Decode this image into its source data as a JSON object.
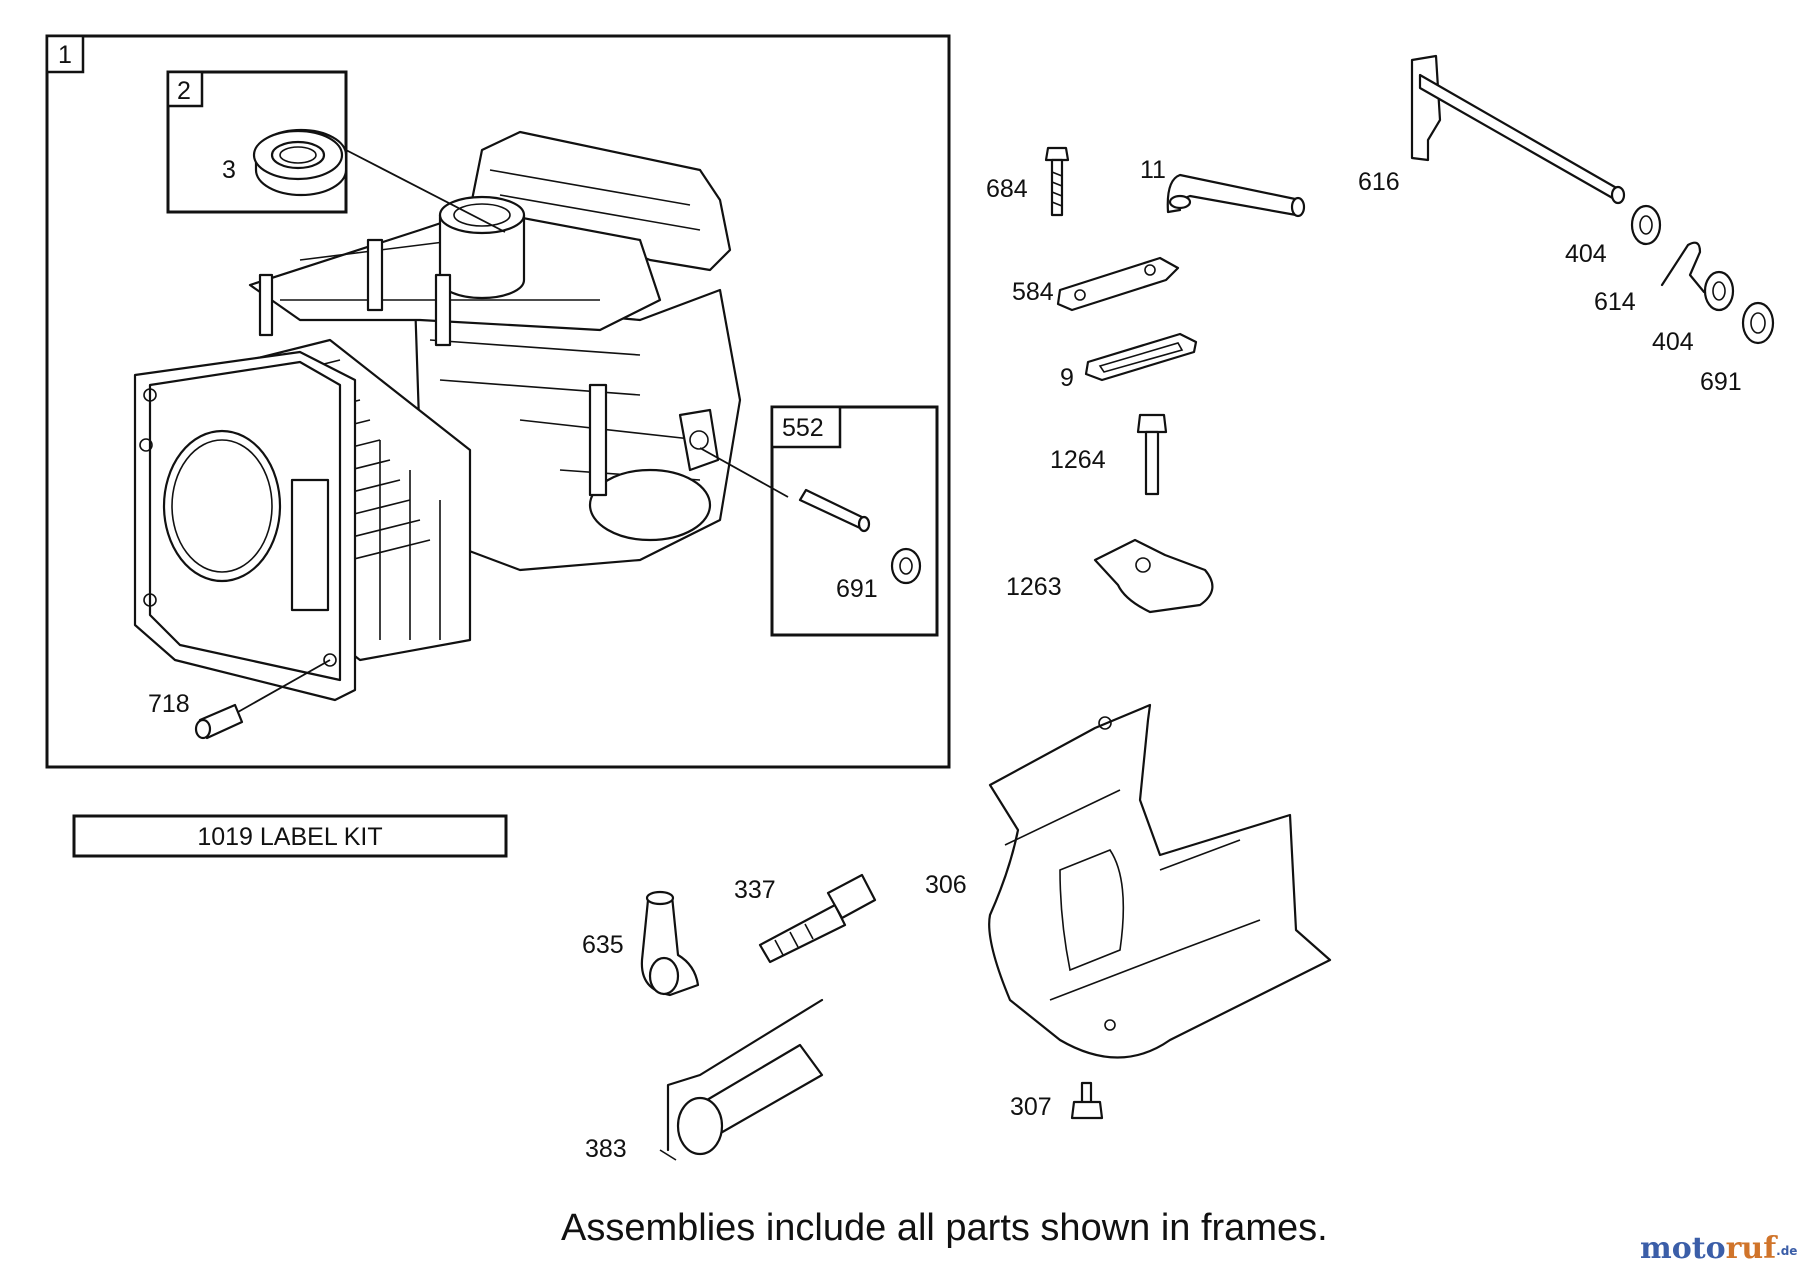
{
  "frames": {
    "assembly_1": "1",
    "assembly_2": "2",
    "assembly_552": "552"
  },
  "labels": {
    "p3": "3",
    "p718": "718",
    "p691_frame": "691",
    "p684": "684",
    "p11": "11",
    "p616": "616",
    "p584": "584",
    "p9": "9",
    "p1264": "1264",
    "p1263": "1263",
    "p404_a": "404",
    "p614": "614",
    "p404_b": "404",
    "p691": "691",
    "p337": "337",
    "p306": "306",
    "p635": "635",
    "p383": "383",
    "p307": "307"
  },
  "label_kit": "1019 LABEL KIT",
  "footer_note": "Assemblies include all parts shown in frames.",
  "watermark": {
    "part_a": "moto",
    "part_b": "ruf",
    "suffix": ".de",
    "colors": {
      "blue": "#3b5ea8",
      "orange": "#d0742a"
    }
  }
}
